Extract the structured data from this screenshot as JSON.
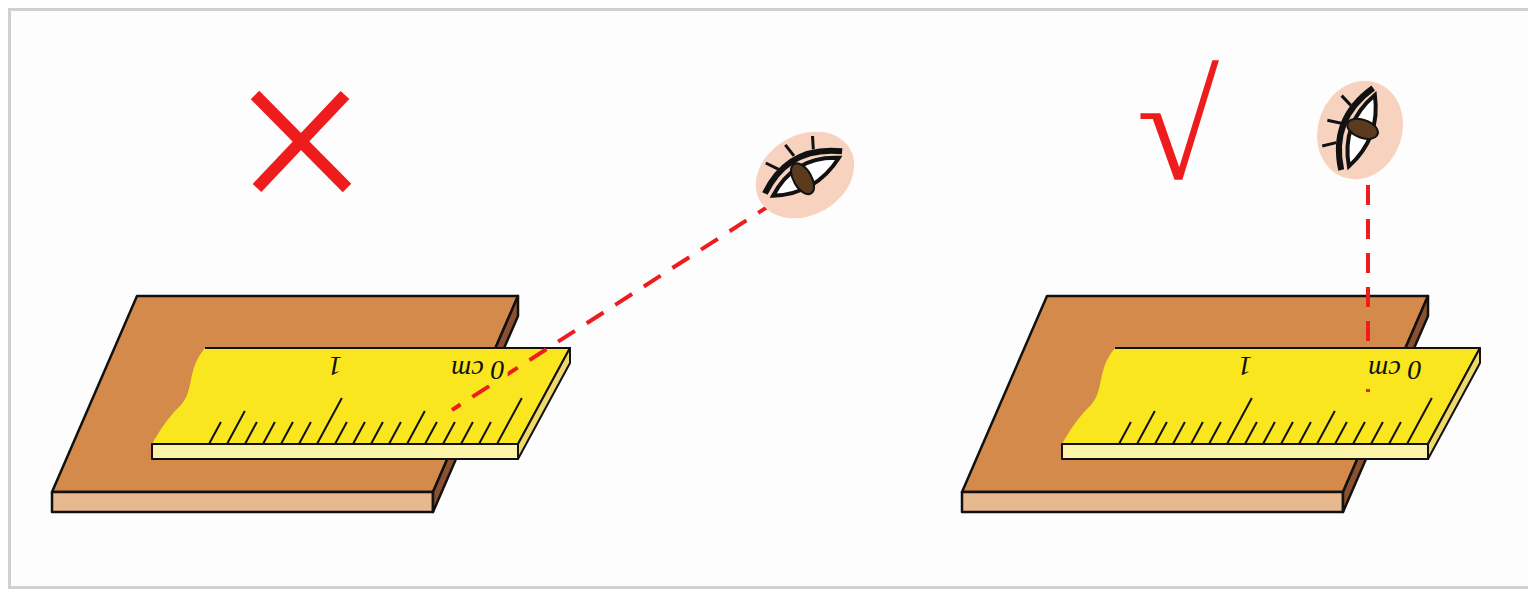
{
  "diagram": {
    "labels": [
      "√",
      "1",
      "0 cm",
      "1",
      "0 cm"
    ]
  }
}
